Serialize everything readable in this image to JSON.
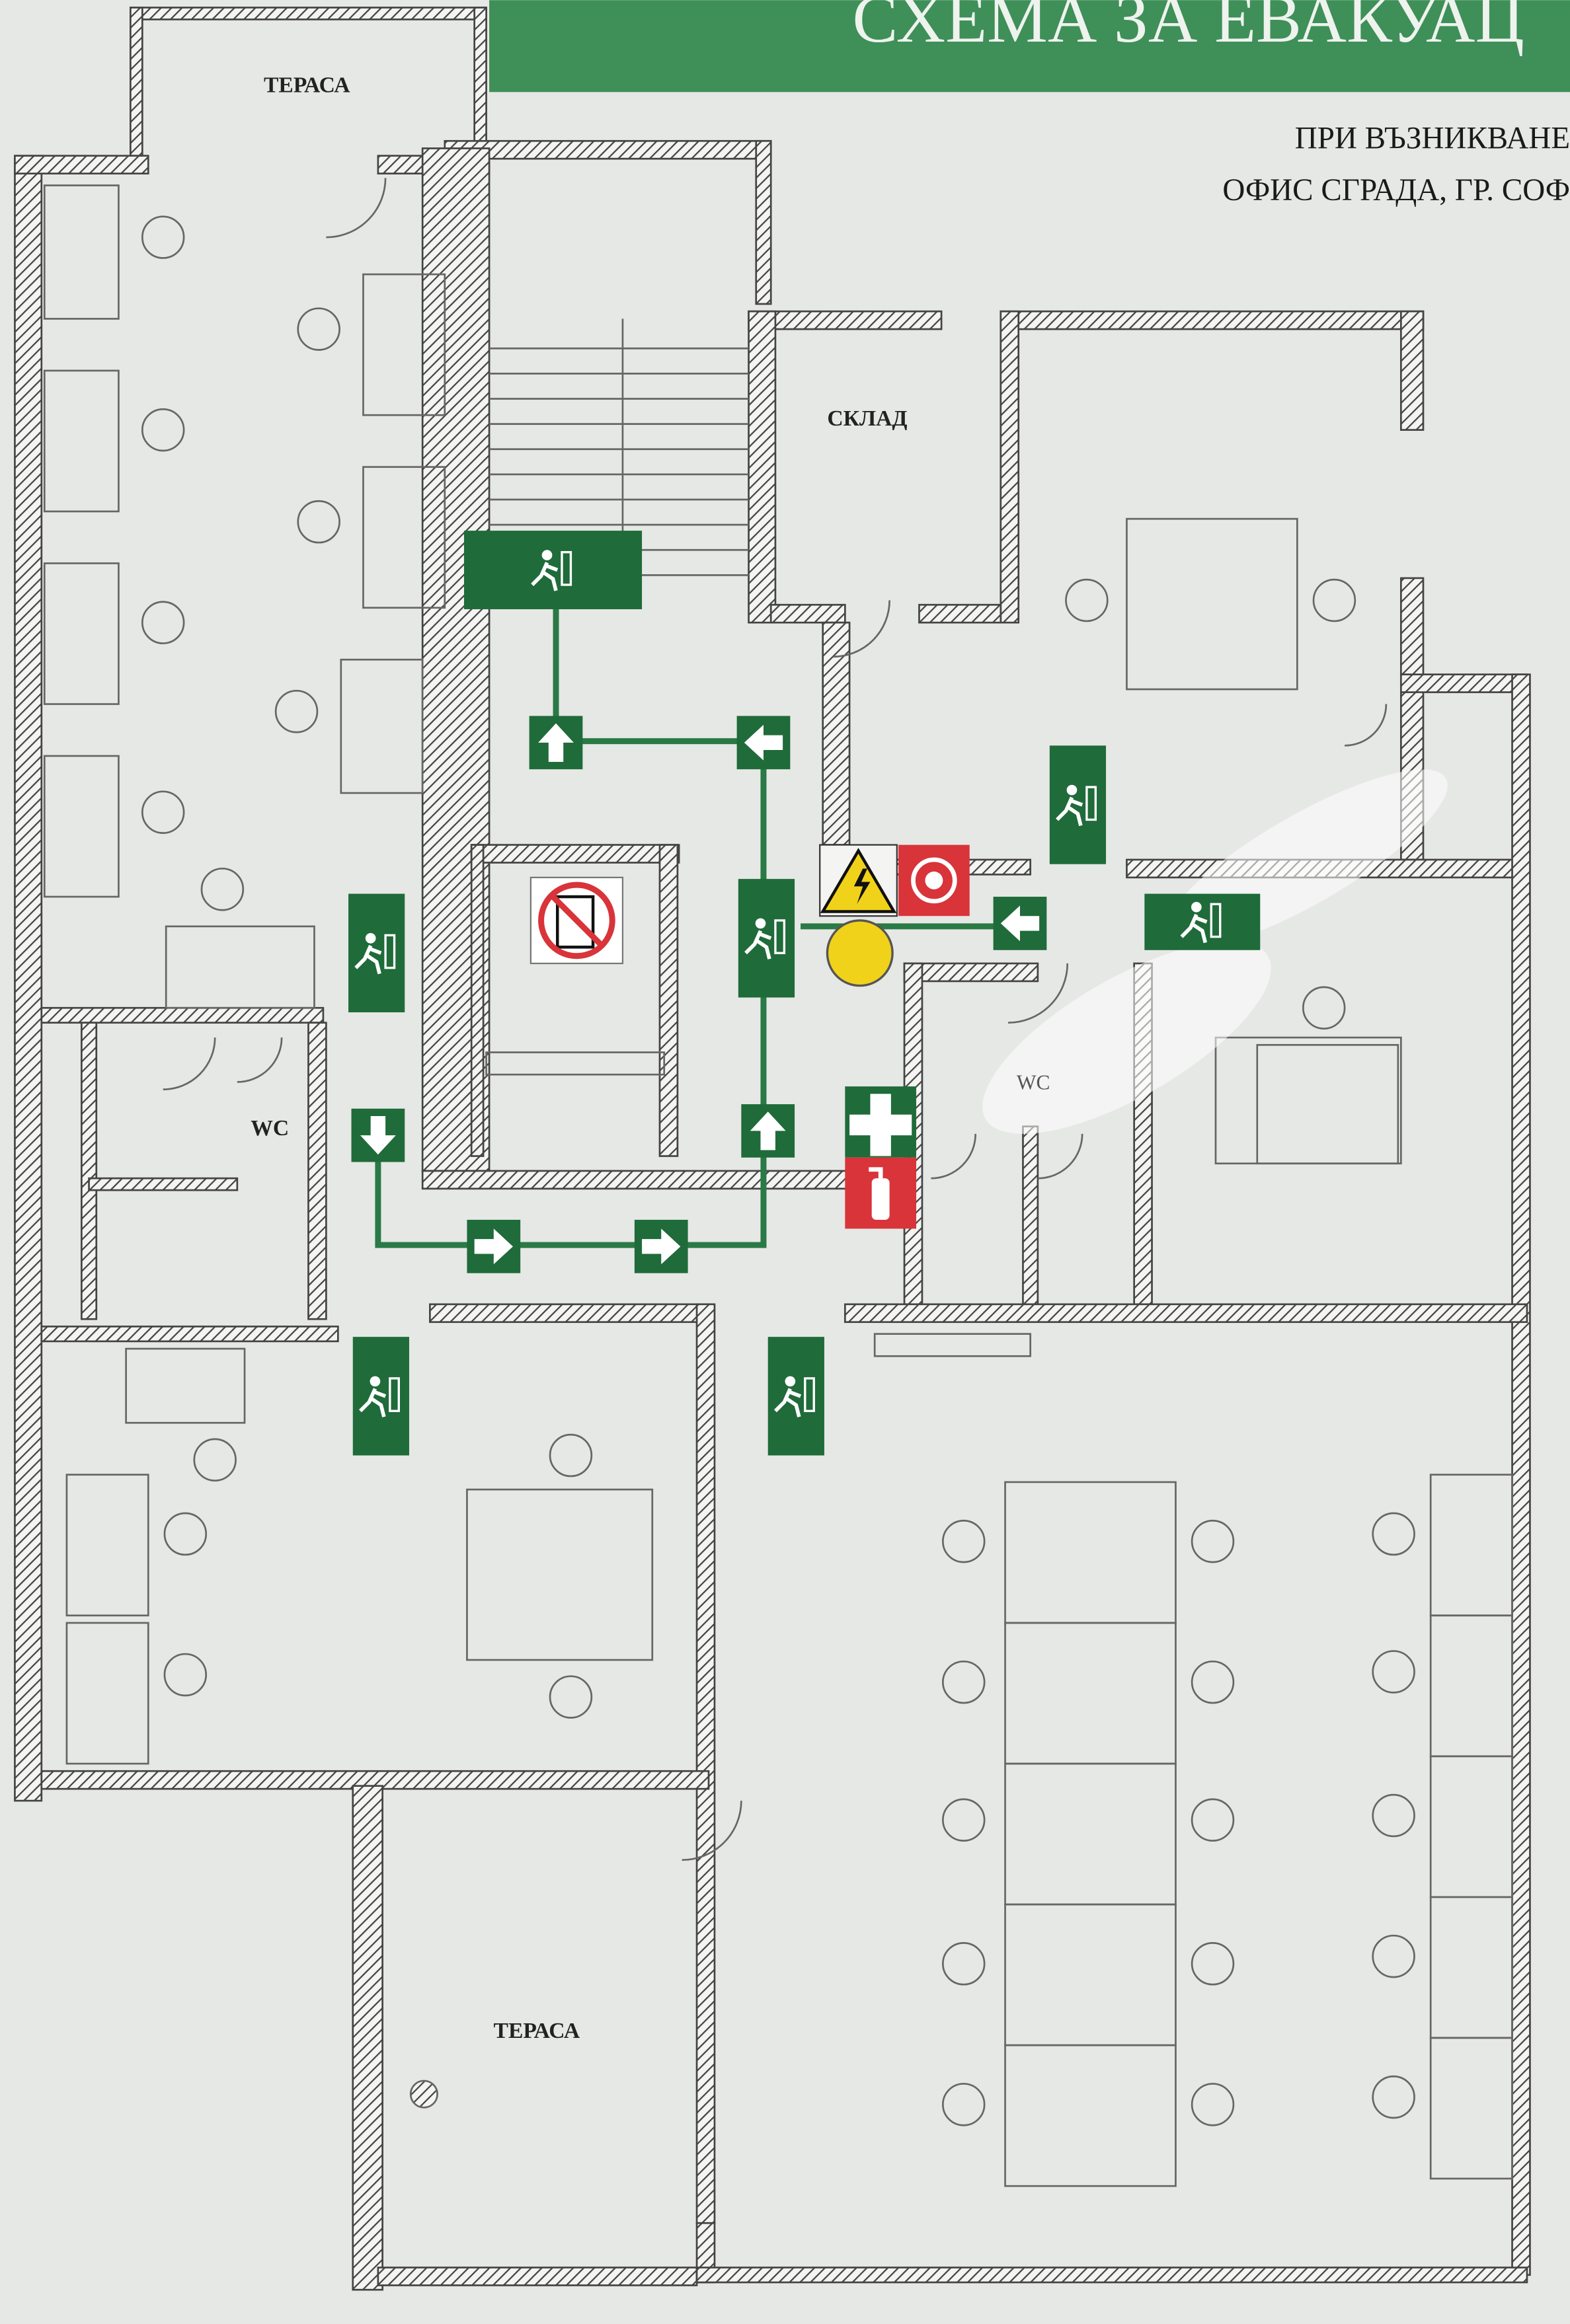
{
  "header": {
    "title": "СХЕМА ЗА ЕВАКУАЦ",
    "subtitle_line1": "ПРИ ВЪЗНИКВАНЕ",
    "subtitle_line2": "ОФИС СГРАДА, ГР. СОФ"
  },
  "rooms": {
    "terrace_top": "ТЕРАСА",
    "terrace_bottom": "ТЕРАСА",
    "storage": "СКЛАД",
    "wc_left": "WC",
    "wc_center": "WC"
  },
  "colors": {
    "header_green": "#3f8f58",
    "sign_green": "#1f6b3a",
    "route_green": "#2a7a45",
    "fire_red": "#d8343a",
    "warning_yellow": "#f1d21a",
    "wall": "#555555"
  },
  "icons": {
    "exit_sign": "running-man-exit-icon",
    "direction_arrow": "arrow-icon",
    "first_aid": "first-aid-cross-icon",
    "extinguisher": "fire-extinguisher-icon",
    "fire_alarm": "fire-alarm-icon",
    "high_voltage": "high-voltage-warning-icon",
    "no_elevator": "no-elevator-in-fire-icon",
    "you_are_here": "you-are-here-marker-icon"
  }
}
